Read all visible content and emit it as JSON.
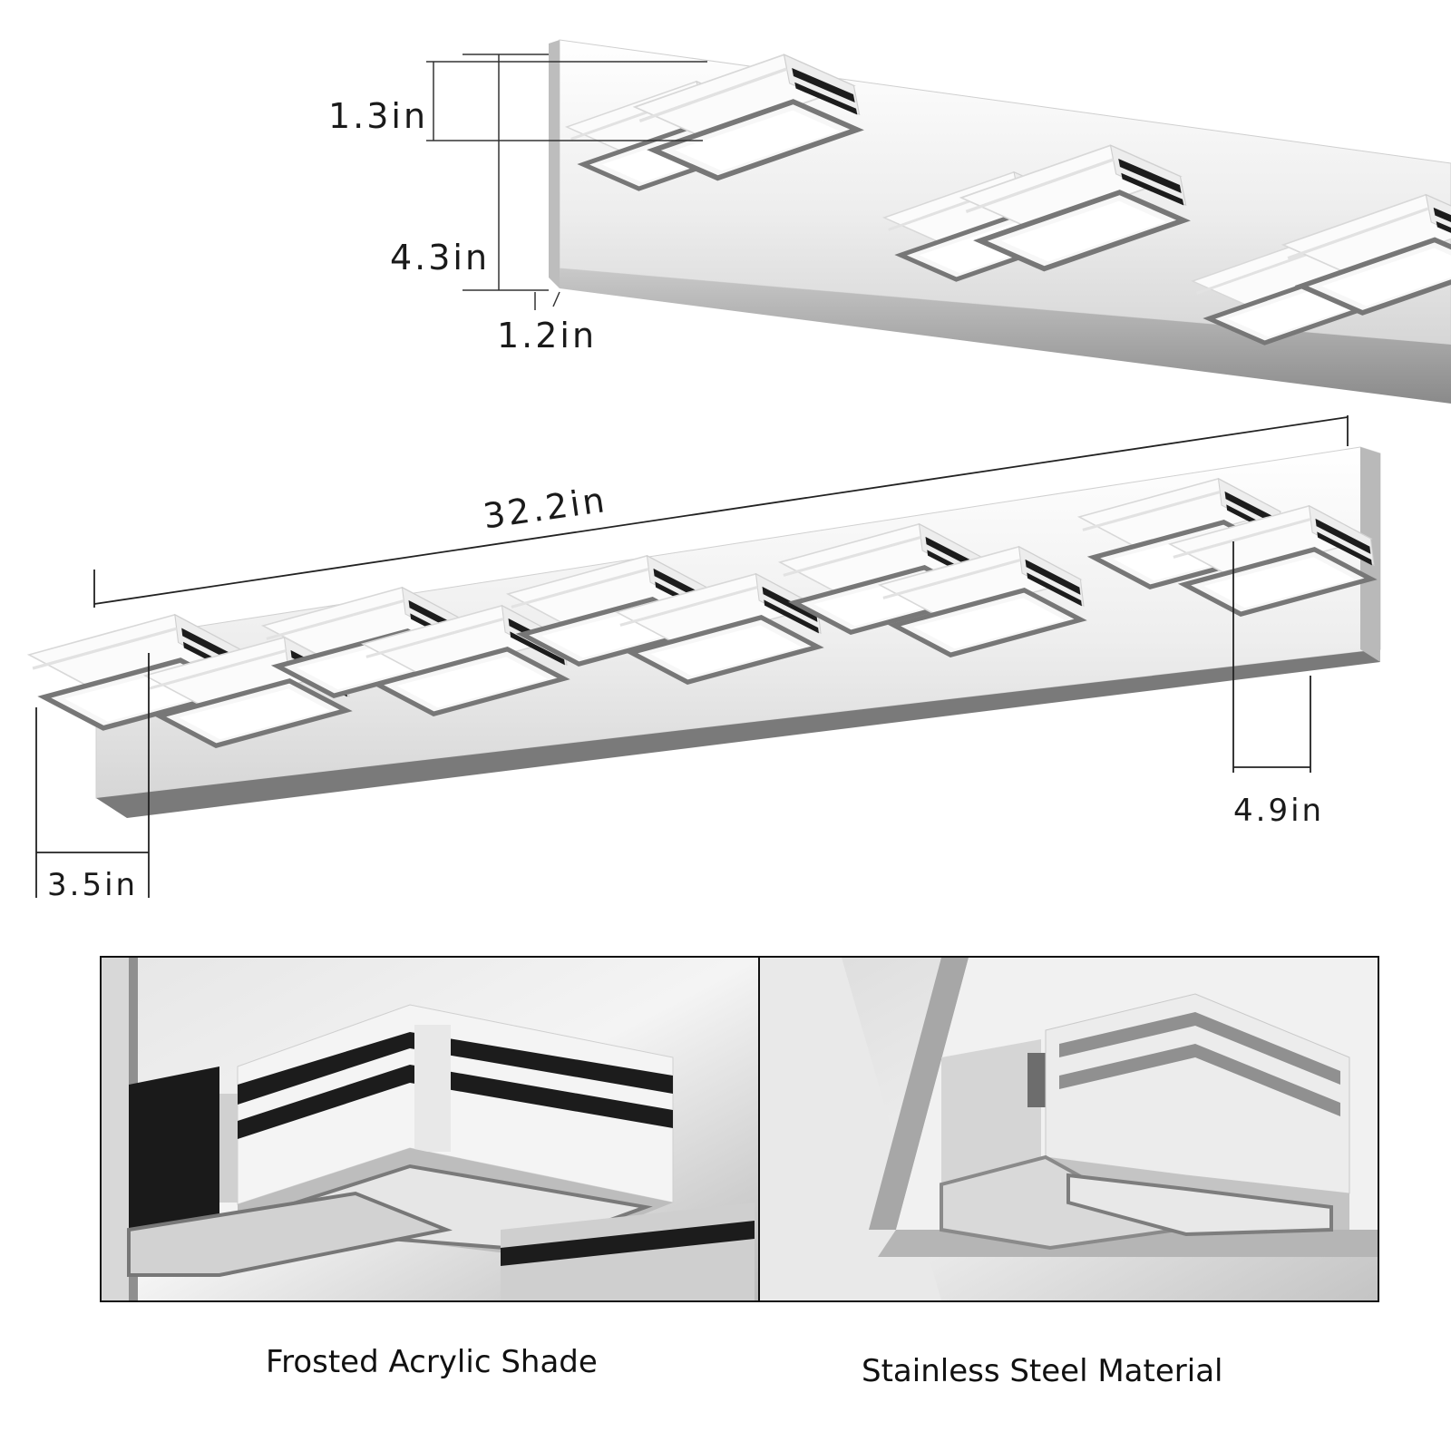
{
  "dimensions": {
    "shade_height": "1.3in",
    "base_height": "4.3in",
    "base_depth": "1.2in",
    "total_length": "32.2in",
    "shade_projection": "3.5in",
    "shade_width": "4.9in"
  },
  "captions": {
    "left": "Frosted Acrylic Shade",
    "right": "Stainless Steel Material"
  },
  "colors": {
    "chrome_light": "#f2f2f2",
    "chrome_mid": "#c8c8c8",
    "chrome_dark": "#6e6e6e",
    "stripe_dark": "#1c1c1c",
    "frost": "#fafafa"
  },
  "light_counts": {
    "top_fixture_visible": 3,
    "main_fixture": 5
  }
}
